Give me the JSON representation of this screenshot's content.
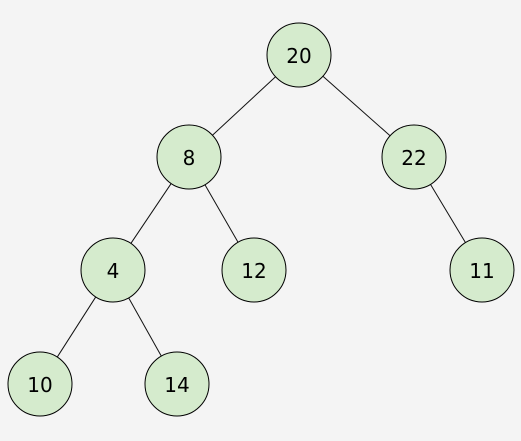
{
  "colors": {
    "background": "#f4f4f4",
    "node_fill": "#d5ebcd",
    "node_stroke": "#000000",
    "edge": "#111111"
  },
  "tree": {
    "nodes": [
      {
        "id": "n20",
        "label": "20"
      },
      {
        "id": "n8",
        "label": "8"
      },
      {
        "id": "n22",
        "label": "22"
      },
      {
        "id": "n4",
        "label": "4"
      },
      {
        "id": "n12",
        "label": "12"
      },
      {
        "id": "n11",
        "label": "11"
      },
      {
        "id": "n10",
        "label": "10"
      },
      {
        "id": "n14",
        "label": "14"
      }
    ],
    "edges": [
      {
        "from": "n20",
        "to": "n8"
      },
      {
        "from": "n20",
        "to": "n22"
      },
      {
        "from": "n8",
        "to": "n4"
      },
      {
        "from": "n8",
        "to": "n12"
      },
      {
        "from": "n22",
        "to": "n11"
      },
      {
        "from": "n4",
        "to": "n10"
      },
      {
        "from": "n4",
        "to": "n14"
      }
    ]
  }
}
